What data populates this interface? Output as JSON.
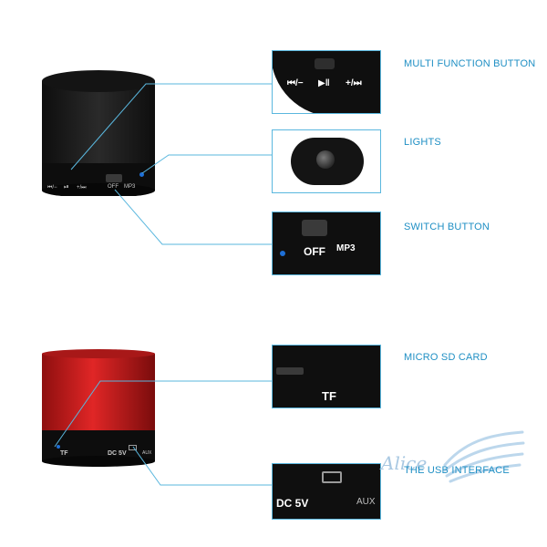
{
  "colors": {
    "accent": "#1f8fc4",
    "panel_border": "#5ab7de",
    "speaker_black": "#1d1d1d",
    "speaker_red": "#c41f1f",
    "base_black": "#0d0d0d",
    "bluetooth_led": "#1e6fd6"
  },
  "callouts": [
    {
      "id": "multi-function",
      "label": "MULTI FUNCTION BUTTON"
    },
    {
      "id": "lights",
      "label": "LIGHTS"
    },
    {
      "id": "switch",
      "label": "SWITCH BUTTON"
    },
    {
      "id": "micro-sd",
      "label": "MICRO SD CARD"
    },
    {
      "id": "usb",
      "label": "THE USB INTERFACE"
    }
  ],
  "black_speaker": {
    "base_labels": {
      "prev": "⏮/−",
      "play": "⏯",
      "next": "+/⏭",
      "off": "OFF",
      "mp3": "MP3"
    }
  },
  "panels": {
    "multi_function": {
      "prev": "⏮/−",
      "play": "▶‖",
      "next": "+/⏭"
    },
    "switch": {
      "off": "OFF",
      "mp3": "MP3"
    },
    "micro_sd": {
      "tf": "TF"
    },
    "usb": {
      "dc": "DC 5V",
      "aux": "AUX"
    }
  },
  "red_speaker": {
    "base_labels": {
      "tf": "TF",
      "dc": "DC 5V",
      "aux": "AUX"
    }
  },
  "watermark": {
    "text": "Alice"
  }
}
